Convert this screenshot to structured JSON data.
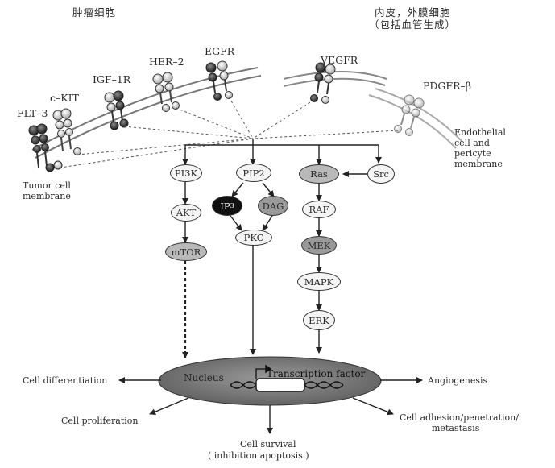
{
  "top_labels": {
    "tumor_cell_cn": "肿瘤细胞",
    "endothelial_cn_line1": "内皮，外膜细胞",
    "endothelial_cn_line2": "（包括血管生成）"
  },
  "receptors": {
    "flt3": "FLT–3",
    "ckit": "c–KIT",
    "igf1r": "IGF–1R",
    "her2": "HER–2",
    "egfr": "EGFR",
    "vegfr": "VEGFR",
    "pdgfr": "PDGFR–β"
  },
  "membranes": {
    "tumor_line1": "Tumor cell",
    "tumor_line2": "membrane",
    "endo_line1": "Endothelial",
    "endo_line2": "cell and",
    "endo_line3": "pericyte",
    "endo_line4": "membrane"
  },
  "nodes": {
    "pi3k": "PI3K",
    "akt": "AKT",
    "mtor": "mTOR",
    "pip2": "PIP2",
    "ip3_base": "IP",
    "ip3_sub": "3",
    "dag": "DAG",
    "pkc": "PKC",
    "ras": "Ras",
    "src": "Src",
    "raf": "RAF",
    "mek": "MEK",
    "mapk": "MAPK",
    "erk": "ERK",
    "nucleus": "Nucleus",
    "transcription": "Transcription factor"
  },
  "outcomes": {
    "differentiation": "Cell differentiation",
    "angiogenesis": "Angiogenesis",
    "proliferation": "Cell proliferation",
    "adhesion_line1": "Cell adhesion/penetration/",
    "adhesion_line2": "metastasis",
    "survival_line1": "Cell survival",
    "survival_line2": "( inhibition apoptosis )"
  }
}
